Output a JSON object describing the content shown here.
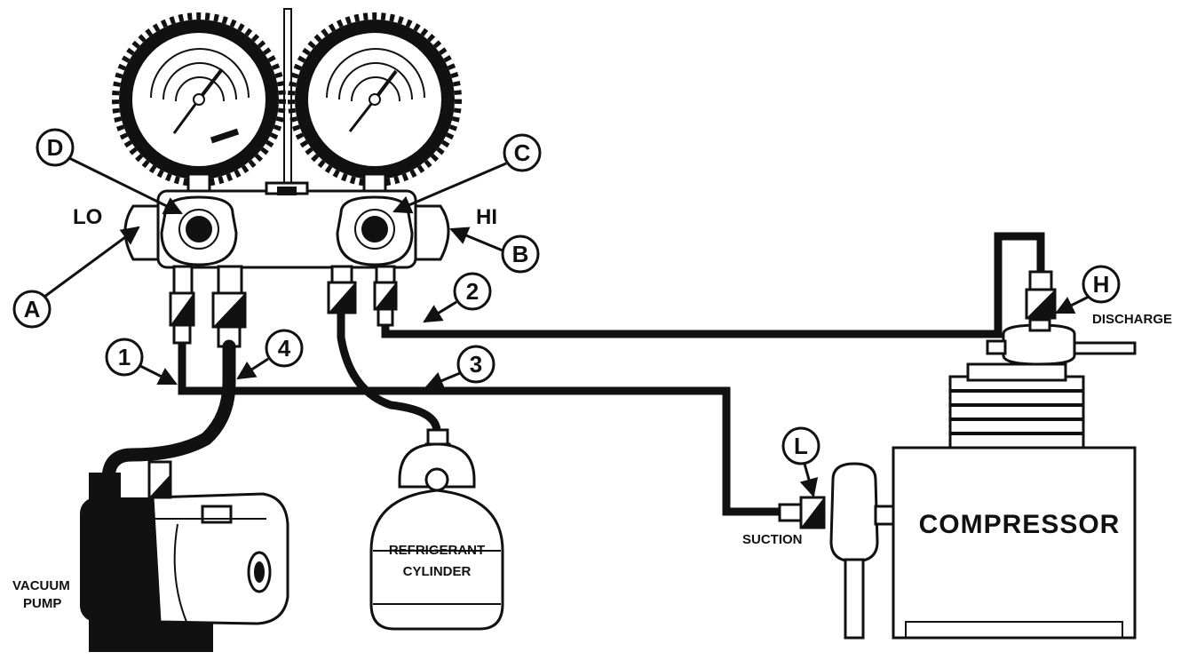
{
  "gauge_labels": {
    "lo": "LO",
    "hi": "HI"
  },
  "callouts": {
    "a": "A",
    "b": "B",
    "c": "C",
    "d": "D",
    "h": "H",
    "l": "L",
    "hose_1": "1",
    "hose_2": "2",
    "hose_3": "3",
    "hose_4": "4"
  },
  "components": {
    "vacuum_pump_line1": "VACUUM",
    "vacuum_pump_line2": "PUMP",
    "refrigerant_line1": "REFRIGERANT",
    "refrigerant_line2": "CYLINDER",
    "compressor": "COMPRESSOR",
    "suction": "SUCTION",
    "discharge": "DISCHARGE"
  }
}
